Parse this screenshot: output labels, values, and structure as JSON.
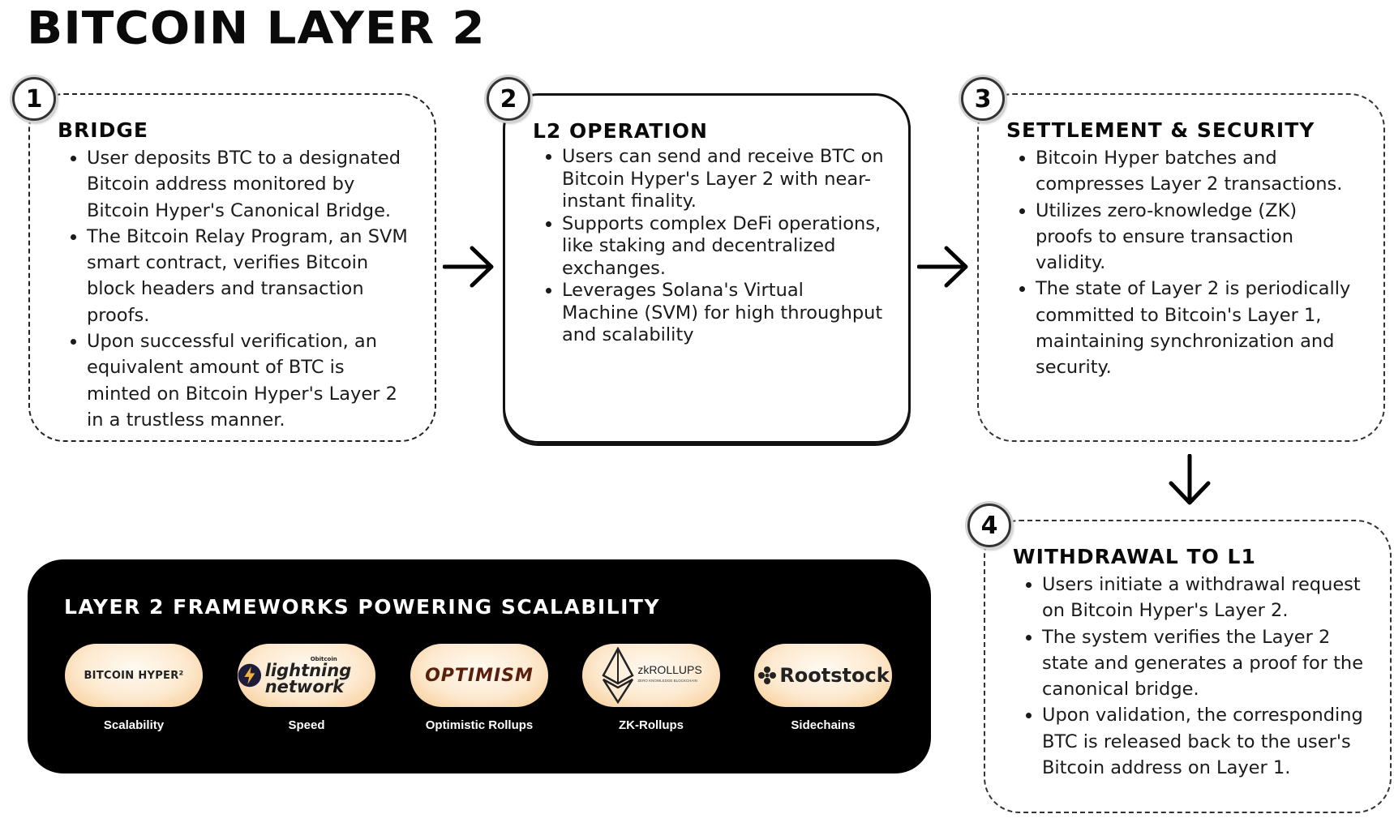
{
  "title": "BITCOIN LAYER 2",
  "steps": [
    {
      "number": "1",
      "heading": "BRIDGE",
      "bullets": [
        "User deposits BTC to a designated Bitcoin address monitored by Bitcoin Hyper's Canonical Bridge.",
        "The Bitcoin Relay Program, an SVM smart contract, verifies Bitcoin block headers and transaction proofs.",
        "Upon successful verification, an equivalent amount of BTC is minted on Bitcoin Hyper's Layer 2 in a trustless manner."
      ]
    },
    {
      "number": "2",
      "heading": "L2 OPERATION",
      "bullets": [
        "Users can send and receive BTC on Bitcoin Hyper's Layer 2 with near-instant finality.",
        "Supports complex DeFi operations, like staking and decentralized exchanges.",
        "Leverages Solana's Virtual Machine (SVM) for high throughput and scalability"
      ]
    },
    {
      "number": "3",
      "heading": "SETTLEMENT & SECURITY",
      "bullets": [
        "Bitcoin Hyper batches and compresses Layer 2 transactions.",
        "Utilizes zero-knowledge (ZK) proofs to ensure transaction validity.",
        "The state of Layer 2 is periodically committed to Bitcoin's Layer 1, maintaining synchronization and security."
      ]
    },
    {
      "number": "4",
      "heading": "WITHDRAWAL TO L1",
      "bullets": [
        "Users initiate a withdrawal request on Bitcoin Hyper's Layer 2.",
        "The system verifies the Layer 2 state and generates a proof for the canonical bridge.",
        "Upon validation, the corresponding BTC is released back to the user's Bitcoin address on Layer 1."
      ]
    }
  ],
  "frameworks": {
    "heading": "LAYER 2 FRAMEWORKS POWERING SCALABILITY",
    "items": [
      {
        "logo_text": "BITCOIN HYPER²",
        "label": "Scalability",
        "icon": "bitcoin-hyper-logo"
      },
      {
        "logo_text": "lightning network",
        "logo_small": "Obitcoin",
        "label": "Speed",
        "icon": "lightning-network-logo"
      },
      {
        "logo_text": "OPTIMISM",
        "label": "Optimistic Rollups",
        "icon": "optimism-logo"
      },
      {
        "logo_text": "zkROLLUPS",
        "logo_small": "ZERO KNOWLEDGE BLOCKCHAIN",
        "label": "ZK-Rollups",
        "icon": "zkrollups-logo"
      },
      {
        "logo_text": "Rootstock",
        "label": "Sidechains",
        "icon": "rootstock-logo"
      }
    ]
  },
  "colors": {
    "step1_bg": "#ffffff",
    "step2_bg": "#fcc07a",
    "step3_bg": "#fabbbb",
    "step4_bg": "#e6bff5",
    "frameworks_bg": "#000000",
    "pill_accent": "#f6c98f"
  }
}
